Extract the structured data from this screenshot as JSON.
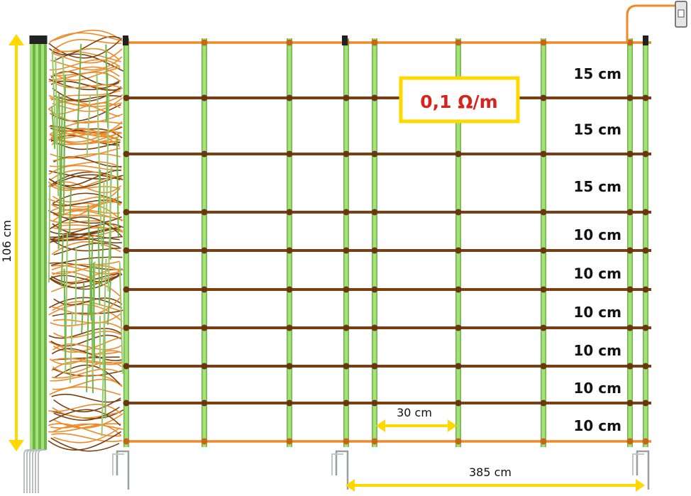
{
  "resistance": "0,1 Ω/m",
  "height_label": "106 cm",
  "post_spacing_label": "385 cm",
  "strut_spacing_label": "30 cm",
  "wire_gaps": [
    "15 cm",
    "15 cm",
    "15 cm",
    "10 cm",
    "10 cm",
    "10 cm",
    "10 cm",
    "10 cm",
    "10 cm"
  ],
  "colors": {
    "strut_green": "#a6e07a",
    "strut_green_dark": "#6fb548",
    "wire_brown": "#7a3f10",
    "wire_orange": "#ee8a2a",
    "dimension_yellow": "#ffd800",
    "resistance_red": "#d6231c"
  }
}
